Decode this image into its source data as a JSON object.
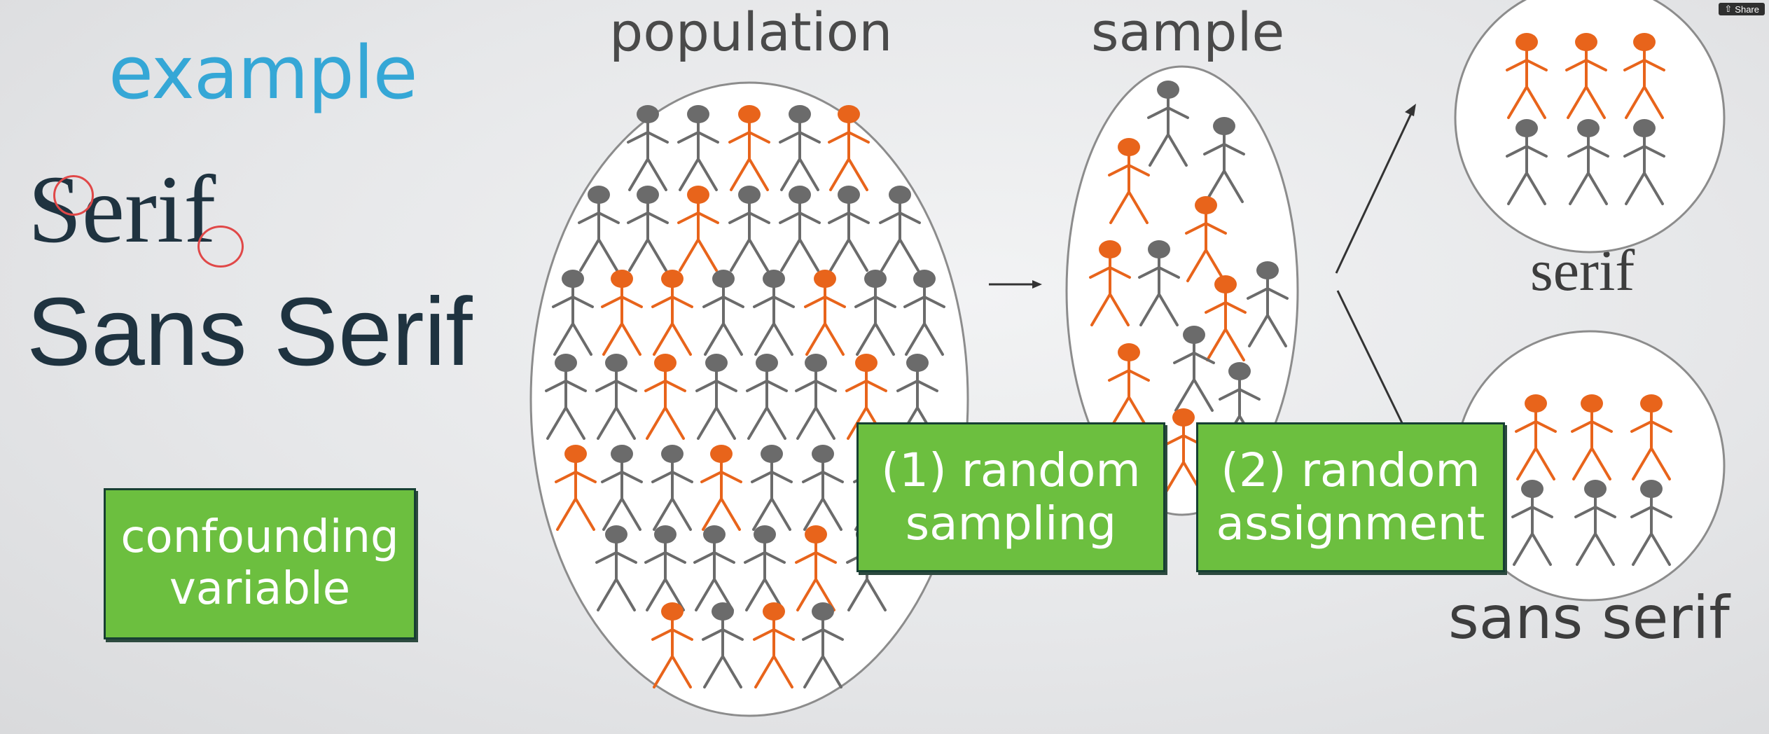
{
  "slide": {
    "title": "example",
    "serif_word": "Serif",
    "sans_word": "Sans Serif",
    "confounding": [
      "confounding",
      "variable"
    ],
    "population_label": "population",
    "sample_label": "sample",
    "serif_group_label": "serif",
    "sans_group_label": "sans serif",
    "random_sampling": [
      "(1) random",
      "sampling"
    ],
    "random_assignment": [
      "(2) random",
      "assignment"
    ]
  },
  "ui": {
    "share_label": "Share",
    "share_icon": "share-icon"
  },
  "colors": {
    "orange": "#e8641b",
    "gray": "#6b6b6b",
    "green": "#6cbf3f",
    "blue": "#35a7d6"
  }
}
